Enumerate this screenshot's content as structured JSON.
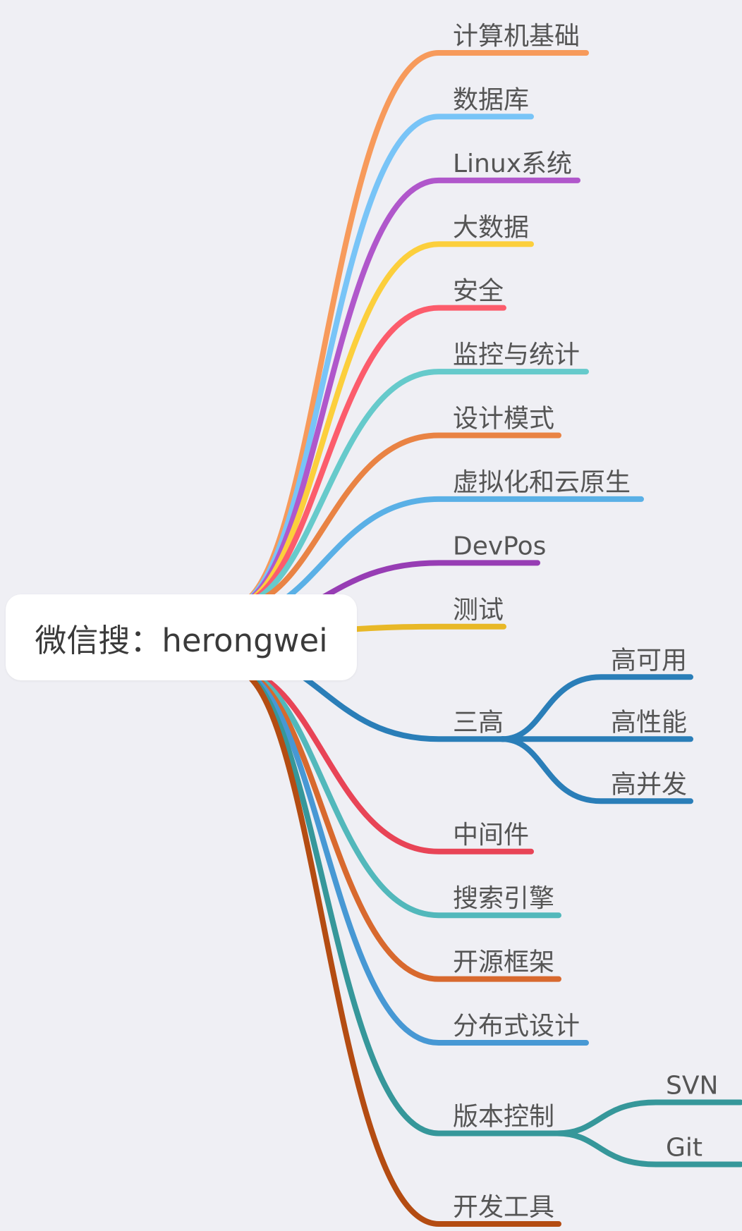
{
  "root": {
    "label": "微信搜：herongwei"
  },
  "branches": [
    {
      "label": "计算机基础",
      "color": "#f79a5b",
      "children": []
    },
    {
      "label": "数据库",
      "color": "#78c4f7",
      "children": []
    },
    {
      "label": "Linux系统",
      "color": "#b057cb",
      "children": []
    },
    {
      "label": "大数据",
      "color": "#fccf3c",
      "children": []
    },
    {
      "label": "安全",
      "color": "#fc5c6c",
      "children": []
    },
    {
      "label": "监控与统计",
      "color": "#66cacb",
      "children": []
    },
    {
      "label": "设计模式",
      "color": "#e98344",
      "children": []
    },
    {
      "label": "虚拟化和云原生",
      "color": "#5ab0e6",
      "children": []
    },
    {
      "label": "DevPos",
      "color": "#973db4",
      "children": []
    },
    {
      "label": "测试",
      "color": "#e8b827",
      "children": []
    },
    {
      "label": "三高",
      "color": "#2a7eb8",
      "children": [
        "高可用",
        "高性能",
        "高并发"
      ]
    },
    {
      "label": "中间件",
      "color": "#e84456",
      "children": []
    },
    {
      "label": "搜索引擎",
      "color": "#52b8bb",
      "children": []
    },
    {
      "label": "开源框架",
      "color": "#d8692e",
      "children": []
    },
    {
      "label": "分布式设计",
      "color": "#4798d4",
      "children": []
    },
    {
      "label": "版本控制",
      "color": "#36979a",
      "children": [
        "SVN",
        "Git"
      ]
    },
    {
      "label": "开发工具",
      "color": "#b44c12",
      "children": []
    }
  ]
}
